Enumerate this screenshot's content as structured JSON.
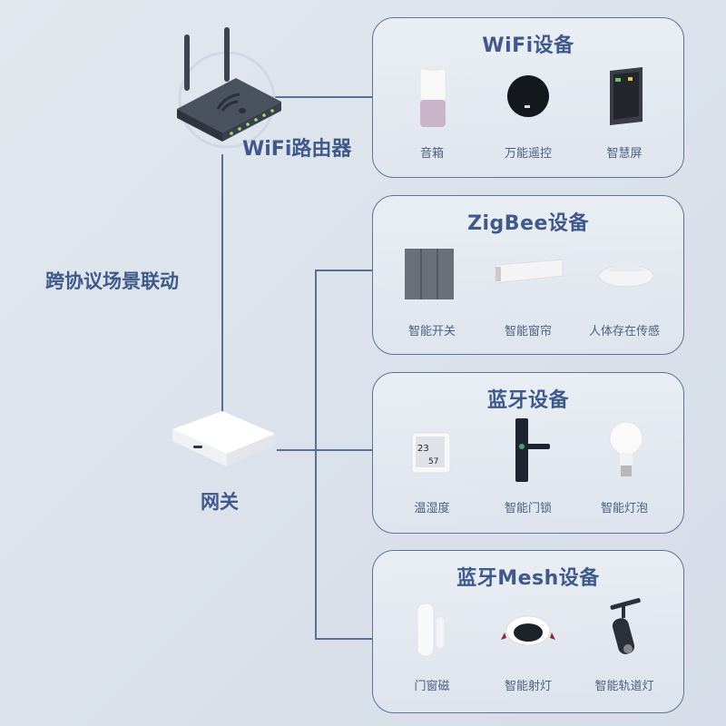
{
  "router": {
    "label": "WiFi路由器",
    "icon": "router-icon"
  },
  "gateway": {
    "label": "网关",
    "icon": "gateway-icon"
  },
  "linkage_label": "跨协议场景联动",
  "groups": [
    {
      "title": "WiFi设备",
      "items": [
        {
          "label": "音箱",
          "icon": "smart-speaker-icon"
        },
        {
          "label": "万能遥控",
          "icon": "ir-remote-icon"
        },
        {
          "label": "智慧屏",
          "icon": "smart-panel-icon"
        }
      ]
    },
    {
      "title": "ZigBee设备",
      "items": [
        {
          "label": "智能开关",
          "icon": "wall-switch-icon"
        },
        {
          "label": "智能窗帘",
          "icon": "curtain-motor-icon"
        },
        {
          "label": "人体存在传感",
          "icon": "presence-sensor-icon"
        }
      ]
    },
    {
      "title": "蓝牙设备",
      "items": [
        {
          "label": "温湿度",
          "icon": "thermo-hygrometer-icon"
        },
        {
          "label": "智能门锁",
          "icon": "door-lock-icon"
        },
        {
          "label": "智能灯泡",
          "icon": "light-bulb-icon"
        }
      ]
    },
    {
      "title": "蓝牙Mesh设备",
      "items": [
        {
          "label": "门窗磁",
          "icon": "door-sensor-icon"
        },
        {
          "label": "智能射灯",
          "icon": "spotlight-icon"
        },
        {
          "label": "智能轨道灯",
          "icon": "track-light-icon"
        }
      ]
    }
  ],
  "colors": {
    "accent": "#3f5a8a",
    "line": "#5a6f98",
    "background": "#dde3ec"
  }
}
